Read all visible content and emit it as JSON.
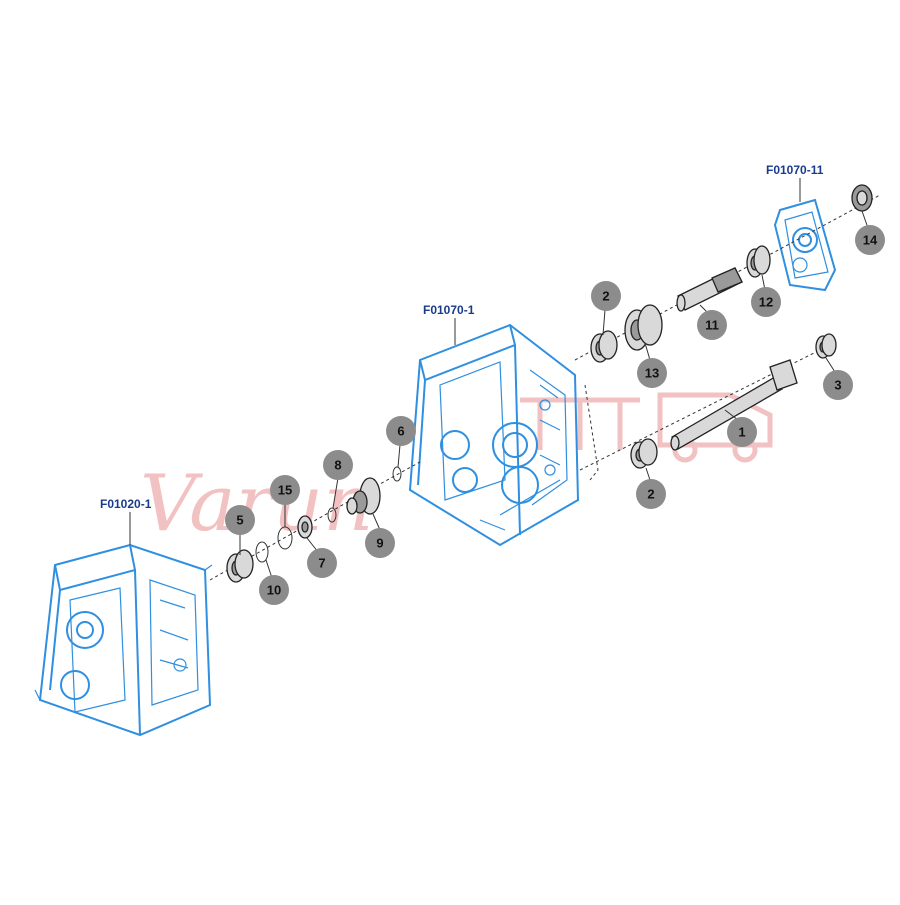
{
  "references": {
    "left_housing": "F01020-1",
    "center_housing": "F01070-1",
    "cover": "F01070-11"
  },
  "callouts": {
    "c1": "1",
    "c2a": "2",
    "c2b": "2",
    "c3": "3",
    "c5": "5",
    "c6": "6",
    "c7": "7",
    "c8": "8",
    "c9": "9",
    "c10": "10",
    "c11": "11",
    "c12": "12",
    "c13": "13",
    "c14": "14",
    "c15": "15"
  },
  "watermark": {
    "text": "Varun"
  },
  "colors": {
    "housing_line": "#2f8fe0",
    "reference_text": "#1a3a8c",
    "callout_fill": "#8c8c8c",
    "watermark": "#e88f8f"
  }
}
